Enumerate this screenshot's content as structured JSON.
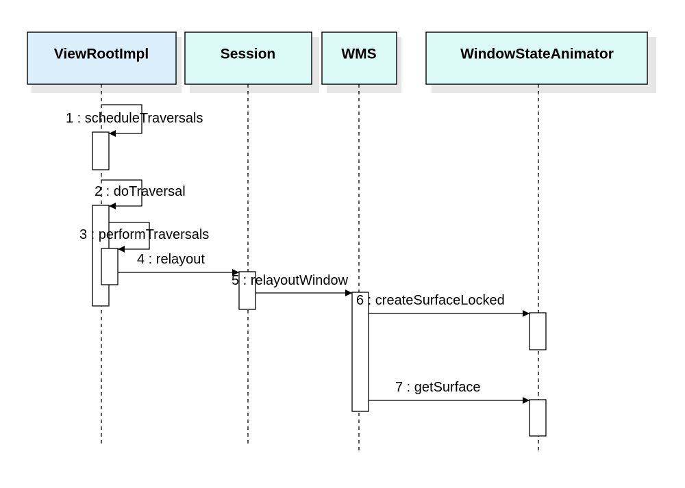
{
  "participants": [
    {
      "name": "ViewRootImpl",
      "fill": "#dbeefc"
    },
    {
      "name": "Session",
      "fill": "#dcfaf5"
    },
    {
      "name": "WMS",
      "fill": "#dcfaf5"
    },
    {
      "name": "WindowStateAnimator",
      "fill": "#dcfaf5"
    }
  ],
  "messages": [
    {
      "label": "1 : scheduleTraversals",
      "from": "ViewRootImpl",
      "to": "ViewRootImpl",
      "kind": "self"
    },
    {
      "label": "2 : doTraversal",
      "from": "ViewRootImpl",
      "to": "ViewRootImpl",
      "kind": "self"
    },
    {
      "label": "3 : performTraversals",
      "from": "ViewRootImpl",
      "to": "ViewRootImpl",
      "kind": "self"
    },
    {
      "label": "4 : relayout",
      "from": "ViewRootImpl",
      "to": "Session",
      "kind": "call"
    },
    {
      "label": "5 : relayoutWindow",
      "from": "Session",
      "to": "WMS",
      "kind": "call"
    },
    {
      "label": "6 : createSurfaceLocked",
      "from": "WMS",
      "to": "WindowStateAnimator",
      "kind": "call"
    },
    {
      "label": "7 : getSurface",
      "from": "WMS",
      "to": "WindowStateAnimator",
      "kind": "call"
    }
  ],
  "colors": {
    "line": "#000000",
    "shadow": "#e6e6e6",
    "activation": "#ffffff"
  }
}
